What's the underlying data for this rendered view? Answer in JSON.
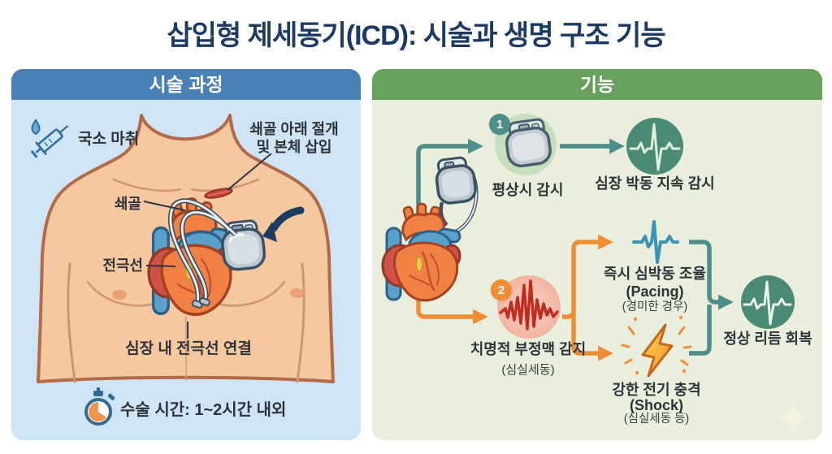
{
  "title": "삽입형 제세동기(ICD): 시술과 생명 구조 기능",
  "left_panel": {
    "header": "시술 과정",
    "anesthesia_label": "국소 마취",
    "incision_label_line1": "쇄골 아래 절개",
    "incision_label_line2": "및 본체 삽입",
    "clavicle_label": "쇄골",
    "electrode_label": "전극선",
    "heart_connection_label": "심장 내 전극선 연결",
    "surgery_time_label": "수술 시간: 1~2시간 내외"
  },
  "right_panel": {
    "header": "기능",
    "step1": {
      "badge": "1",
      "label": "평상시 감시",
      "result_label": "심장 박동 지속 감시"
    },
    "step2": {
      "badge": "2",
      "label": "치명적 부정맥 감지",
      "sublabel": "(심실세동)"
    },
    "pacing": {
      "line1": "즉시 심박동 조율",
      "line2": "(Pacing)",
      "line3": "(경미한 경우)"
    },
    "shock": {
      "line1": "강한 전기 충격",
      "line2": "(Shock)",
      "line3": "(심실세동 등)"
    },
    "recovery_label": "정상 리듬 회복"
  },
  "colors": {
    "title_navy": "#1c3a63",
    "left_header_blue": "#4a81b5",
    "left_panel_bg": "#cfe5f5",
    "right_header_green": "#68a05e",
    "right_panel_bg": "#e9efdc",
    "flow_teal": "#4d8d8a",
    "flow_orange": "#ee8d33",
    "monitor_green": "#4b8a74",
    "alert_pink": "#f4bcab",
    "ecg_red": "#c22b1f",
    "pacing_blue": "#3d93b5",
    "skin": "#f6c8a0",
    "device_gray": "#bcc7cf"
  }
}
